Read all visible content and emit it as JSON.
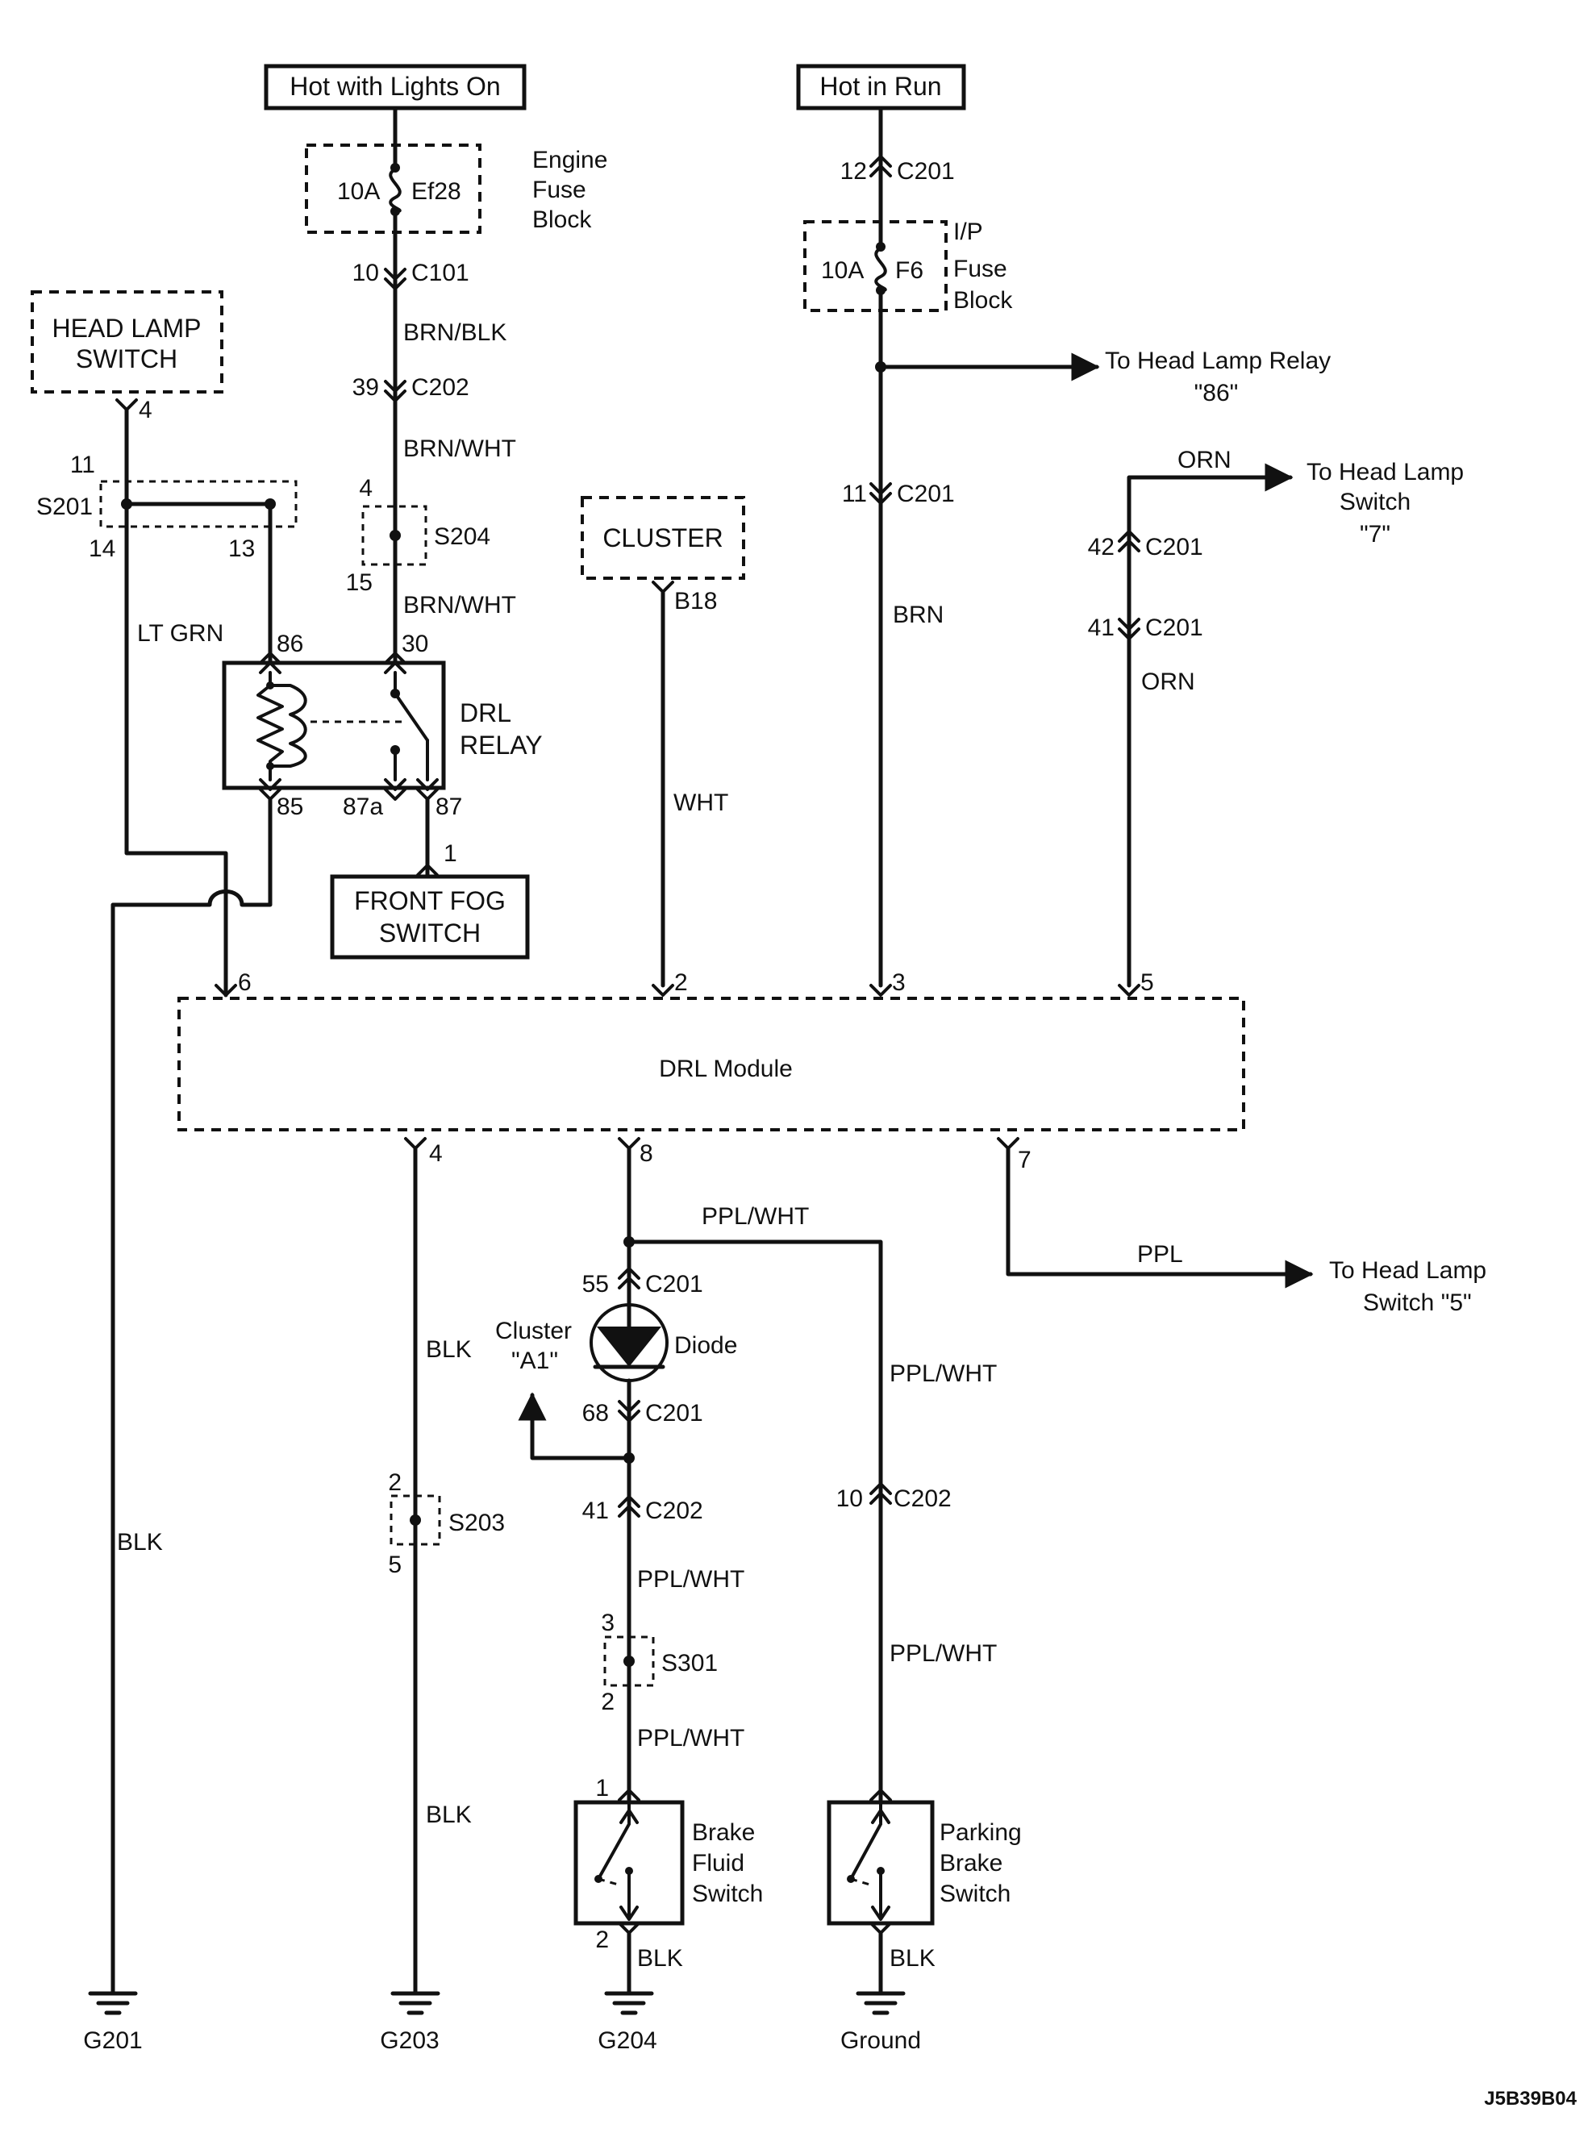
{
  "sources": {
    "hot_lights_on": "Hot with Lights On",
    "hot_in_run": "Hot in Run"
  },
  "fuses": {
    "engine": {
      "rating": "10A",
      "id": "Ef28",
      "label_lines": [
        "Engine",
        "Fuse",
        "Block"
      ]
    },
    "ip": {
      "rating": "10A",
      "id": "F6",
      "label_lines": [
        "I/P",
        "Fuse",
        "Block"
      ]
    }
  },
  "components": {
    "head_lamp_switch": [
      "HEAD LAMP",
      "SWITCH"
    ],
    "cluster": "CLUSTER",
    "drl_relay": [
      "DRL",
      "RELAY"
    ],
    "front_fog_switch": [
      "FRONT FOG",
      "SWITCH"
    ],
    "drl_module": "DRL Module",
    "diode": "Diode",
    "cluster_a1": [
      "Cluster",
      "\"A1\""
    ],
    "brake_fluid_switch": [
      "Brake",
      "Fluid",
      "Switch"
    ],
    "parking_brake_switch": [
      "Parking",
      "Brake",
      "Switch"
    ]
  },
  "connectors": {
    "c101": "C101",
    "c201": "C201",
    "c202": "C202",
    "s201": "S201",
    "s203": "S203",
    "s204": "S204",
    "s301": "S301",
    "b18": "B18"
  },
  "pins": {
    "c201_12": "12",
    "c101_10": "10",
    "c202_39": "39",
    "hls_4": "4",
    "s201_11": "11",
    "s201_14": "14",
    "s201_13": "13",
    "s204_4": "4",
    "s204_15": "15",
    "relay_86": "86",
    "relay_30": "30",
    "relay_85": "85",
    "relay_87a": "87a",
    "relay_87": "87",
    "fog_1": "1",
    "c201_11": "11",
    "c201_42": "42",
    "c201_41": "41",
    "mod_6": "6",
    "mod_2": "2",
    "mod_3": "3",
    "mod_5": "5",
    "mod_4": "4",
    "mod_8": "8",
    "mod_7": "7",
    "c201_55": "55",
    "c201_68": "68",
    "c202_41": "41",
    "c202_10": "10",
    "s203_2": "2",
    "s203_5": "5",
    "s301_3": "3",
    "s301_2": "2",
    "bfs_1": "1",
    "bfs_2": "2"
  },
  "wires": {
    "brn_blk": "BRN/BLK",
    "brn_wht_1": "BRN/WHT",
    "brn_wht_2": "BRN/WHT",
    "lt_grn": "LT GRN",
    "wht": "WHT",
    "brn": "BRN",
    "orn_top": "ORN",
    "orn_bot": "ORN",
    "blk_left": "BLK",
    "blk_mid_1": "BLK",
    "blk_mid_2": "BLK",
    "blk_bfs": "BLK",
    "blk_pbs": "BLK",
    "ppl_wht_top": "PPL/WHT",
    "ppl_wht_right_1": "PPL/WHT",
    "ppl_wht_right_2": "PPL/WHT",
    "ppl_wht_c1": "PPL/WHT",
    "ppl_wht_c2": "PPL/WHT",
    "ppl": "PPL"
  },
  "destinations": {
    "to_head_lamp_relay": [
      "To Head Lamp Relay",
      "\"86\""
    ],
    "to_hls_7": [
      "To Head Lamp",
      "Switch",
      "\"7\""
    ],
    "to_hls_5": [
      "To Head Lamp",
      "Switch \"5\""
    ]
  },
  "grounds": {
    "g201": "G201",
    "g203": "G203",
    "g204": "G204",
    "ground": "Ground"
  },
  "diagram_id": "J5B39B04"
}
